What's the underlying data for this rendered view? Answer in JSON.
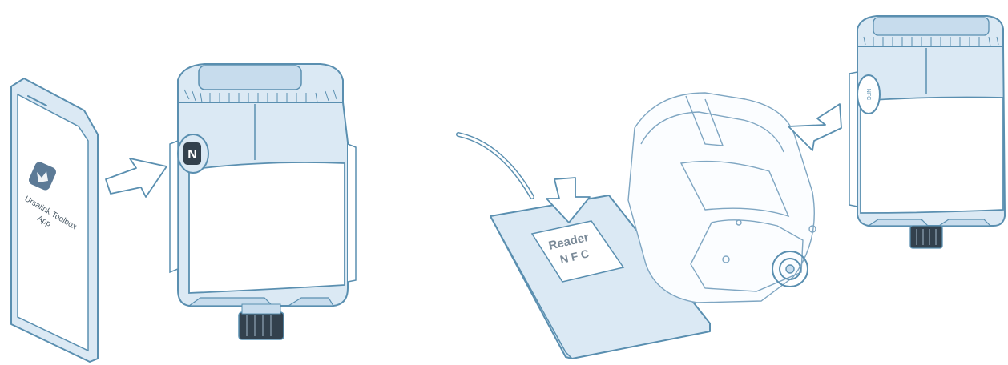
{
  "left_panel": {
    "phone_app_label_line1": "Ursalink Toolbox",
    "phone_app_label_line2": "App",
    "nfc_logo_letter": "N"
  },
  "right_panel": {
    "reader_label": "Reader",
    "nfc_label": "N F C",
    "device_side_nfc_text": "NFC"
  },
  "colors": {
    "outline": "#5a8fb0",
    "fill_light": "#dbe9f4",
    "fill_mid": "#c7dced",
    "fill_dark": "#33414d",
    "white": "#ffffff"
  }
}
